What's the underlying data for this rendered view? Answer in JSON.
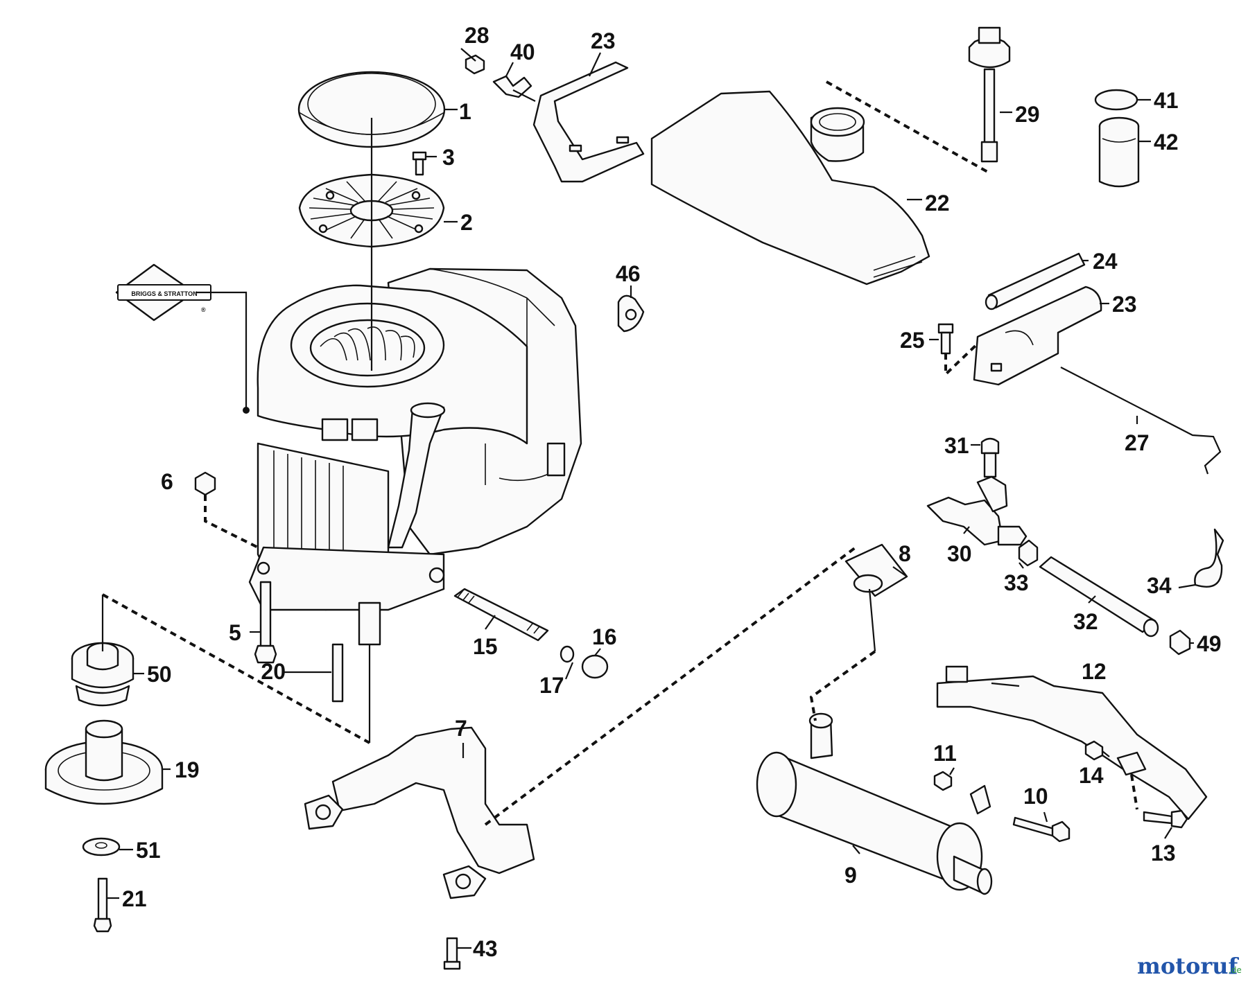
{
  "brand_logo": {
    "text": "BRIGGS & STRATTON",
    "mark": "®"
  },
  "watermark": {
    "name": "motoruf",
    "tld": ".de",
    "colors": [
      "#2255aa",
      "#cc2222",
      "#e8a000",
      "#2e9a3a"
    ]
  },
  "callouts": [
    {
      "id": "c1",
      "label": "1"
    },
    {
      "id": "c2",
      "label": "2"
    },
    {
      "id": "c3",
      "label": "3"
    },
    {
      "id": "c5",
      "label": "5"
    },
    {
      "id": "c6",
      "label": "6"
    },
    {
      "id": "c7",
      "label": "7"
    },
    {
      "id": "c8",
      "label": "8"
    },
    {
      "id": "c9",
      "label": "9"
    },
    {
      "id": "c10",
      "label": "10"
    },
    {
      "id": "c11",
      "label": "11"
    },
    {
      "id": "c12",
      "label": "12"
    },
    {
      "id": "c13",
      "label": "13"
    },
    {
      "id": "c14",
      "label": "14"
    },
    {
      "id": "c15",
      "label": "15"
    },
    {
      "id": "c16",
      "label": "16"
    },
    {
      "id": "c17",
      "label": "17"
    },
    {
      "id": "c19",
      "label": "19"
    },
    {
      "id": "c20",
      "label": "20"
    },
    {
      "id": "c21",
      "label": "21"
    },
    {
      "id": "c22",
      "label": "22"
    },
    {
      "id": "c23a",
      "label": "23"
    },
    {
      "id": "c23b",
      "label": "23"
    },
    {
      "id": "c24",
      "label": "24"
    },
    {
      "id": "c25",
      "label": "25"
    },
    {
      "id": "c27",
      "label": "27"
    },
    {
      "id": "c28",
      "label": "28"
    },
    {
      "id": "c29",
      "label": "29"
    },
    {
      "id": "c30",
      "label": "30"
    },
    {
      "id": "c31",
      "label": "31"
    },
    {
      "id": "c32",
      "label": "32"
    },
    {
      "id": "c33",
      "label": "33"
    },
    {
      "id": "c34",
      "label": "34"
    },
    {
      "id": "c40",
      "label": "40"
    },
    {
      "id": "c41",
      "label": "41"
    },
    {
      "id": "c42",
      "label": "42"
    },
    {
      "id": "c43",
      "label": "43"
    },
    {
      "id": "c46",
      "label": "46"
    },
    {
      "id": "c49",
      "label": "49"
    },
    {
      "id": "c50",
      "label": "50"
    },
    {
      "id": "c51",
      "label": "51"
    }
  ]
}
